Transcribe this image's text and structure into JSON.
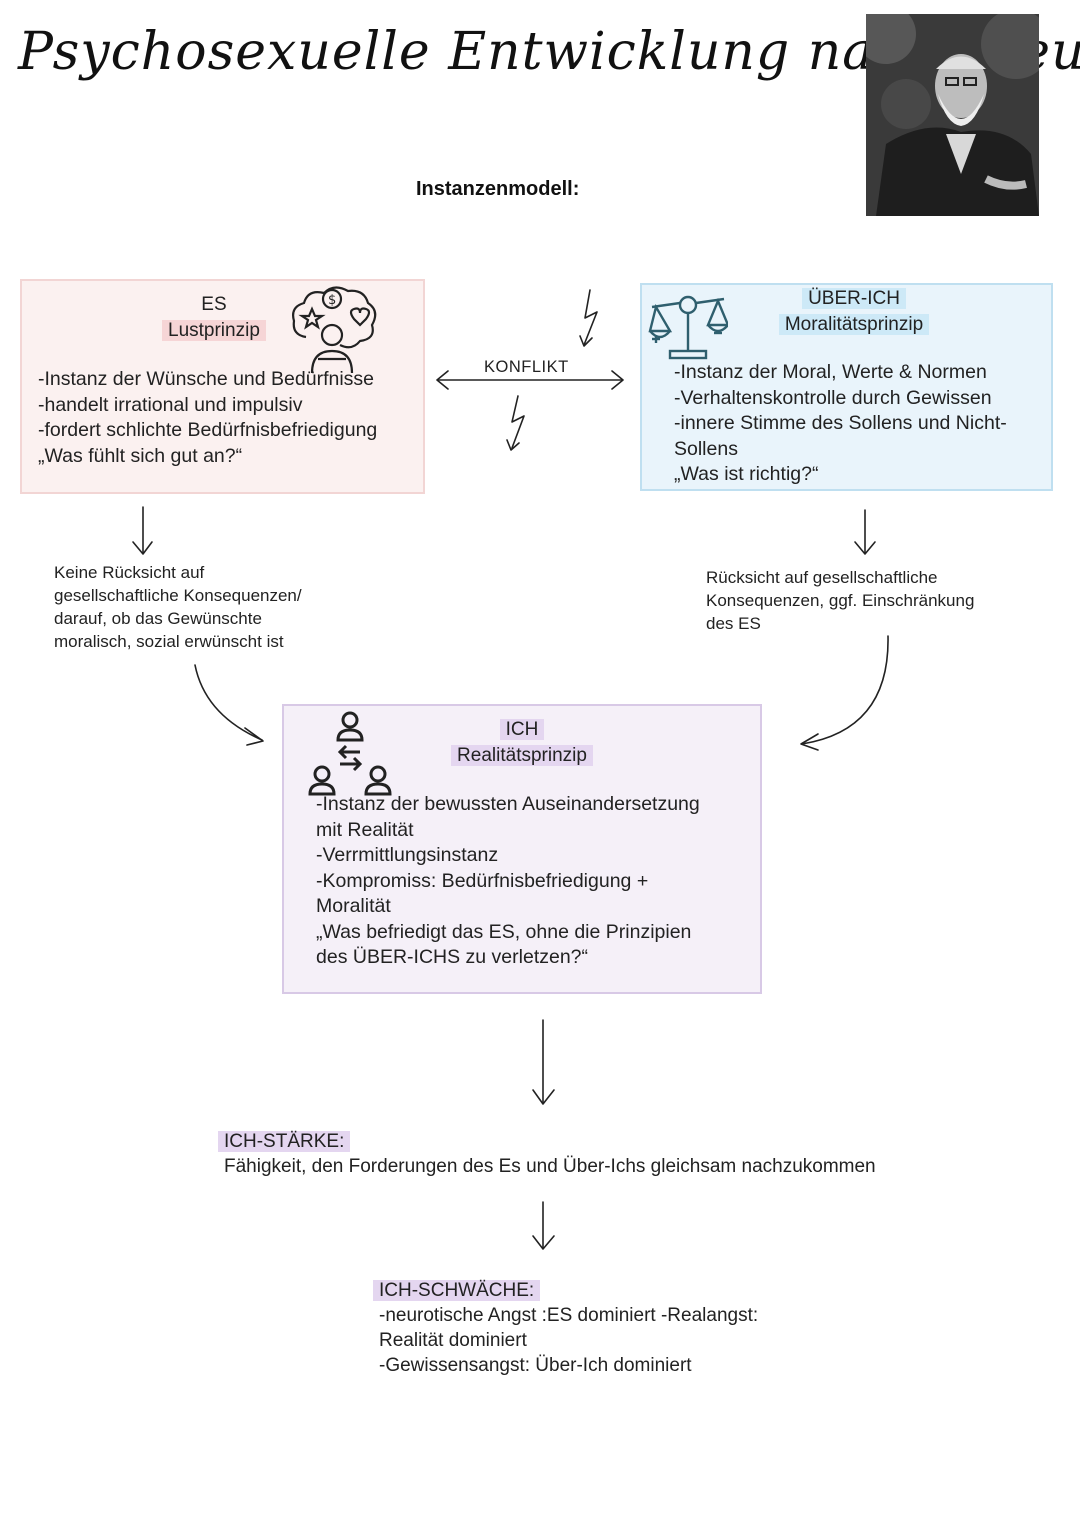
{
  "header": {
    "title": "Psychosexuelle Entwicklung nach Freud",
    "subtitle": "Instanzenmodell:"
  },
  "es": {
    "name": "ES",
    "principle": "Lustprinzip",
    "lines": [
      "-Instanz der Wünsche und Bedürfnisse",
      "-handelt irrational und impulsiv",
      "-fordert schlichte Bedürfnisbefriedigung",
      "„Was fühlt sich gut an?“"
    ],
    "consequence": [
      "Keine Rücksicht auf",
      "gesellschaftliche Konsequenzen/",
      "darauf, ob das Gewünschte",
      "moralisch, sozial erwünscht ist"
    ]
  },
  "conflict": {
    "label": "KONFLIKT"
  },
  "ueber_ich": {
    "name": "ÜBER-ICH",
    "principle": "Moralitätsprinzip",
    "lines": [
      "-Instanz der Moral, Werte & Normen",
      "-Verhaltenskontrolle durch Gewissen",
      "-innere Stimme des Sollens und Nicht-",
      "Sollens",
      "„Was ist richtig?“"
    ],
    "consequence": [
      "Rücksicht auf gesellschaftliche",
      "Konsequenzen, ggf. Einschränkung",
      "des ES"
    ]
  },
  "ich": {
    "name": "ICH",
    "principle": "Realitätsprinzip",
    "lines": [
      "-Instanz der bewussten Auseinandersetzung",
      "mit Realität",
      "-Verrmittlungsinstanz",
      "-Kompromiss: Bedürfnisbefriedigung +",
      "Moralität",
      "„Was befriedigt das ES, ohne die Prinzipien",
      "des ÜBER-ICHS zu verletzen?“"
    ]
  },
  "ich_staerke": {
    "heading": "ICH-STÄRKE:",
    "text": "Fähigkeit, den Forderungen des Es und Über-Ichs gleichsam nachzukommen"
  },
  "ich_schwaeche": {
    "heading": "ICH-SCHWÄCHE:",
    "lines": [
      "-neurotische Angst :ES dominiert -Realangst:",
      "Realität dominiert",
      "-Gewissensangst: Über-Ich dominiert"
    ]
  },
  "icons": {
    "es": "thought-bubble-person-icon",
    "ueber_ich": "scales-icon",
    "ich": "people-exchange-icon",
    "lightning": "lightning-icon"
  },
  "colors": {
    "es_bg": "#fbf1f0",
    "ueber_ich_bg": "#e9f4fb",
    "ich_bg": "#f5f0f8",
    "icon_teal": "#2f5f6e"
  }
}
